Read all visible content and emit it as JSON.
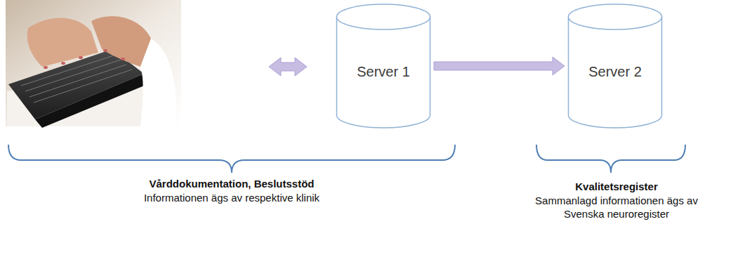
{
  "diagram": {
    "nodes": [
      {
        "text": [
          "Server 1"
        ]
      },
      {
        "text": [
          "Server 2"
        ]
      }
    ],
    "edges": [
      {
        "from": 0,
        "to": 1,
        "arrow": "to"
      }
    ],
    "labels": [
      "Vårddokumentation, Beslutsstöd",
      "Informationen ägs av respektive klinik",
      "Kvalitetsregister",
      "Sammanlagd informationen ägs av Svenska neuroregister"
    ]
  }
}
